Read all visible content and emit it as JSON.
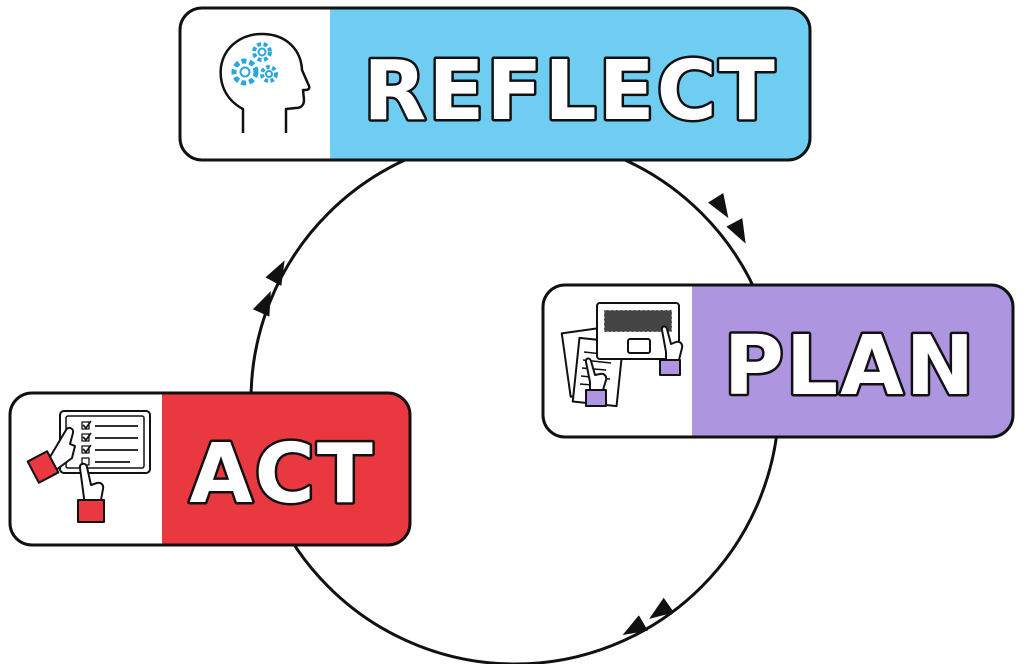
{
  "stages": [
    {
      "id": "reflect",
      "label": "REFLECT",
      "icon": "head-gears-icon",
      "color": "#6ecdf1"
    },
    {
      "id": "plan",
      "label": "PLAN",
      "icon": "laptop-papers-icon",
      "color": "#ad95df"
    },
    {
      "id": "act",
      "label": "ACT",
      "icon": "checklist-touch-icon",
      "color": "#e9383f"
    }
  ],
  "flow": "clockwise",
  "colors": {
    "outline": "#111111",
    "icon_fill": "#ffffff",
    "gear": "#2aa7dc"
  }
}
